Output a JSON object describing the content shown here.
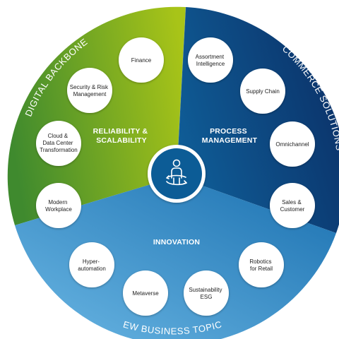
{
  "colors": {
    "green_outer": "#3f8a2e",
    "green_inner": "#a8c418",
    "navy_outer": "#0b2f66",
    "navy_inner": "#0f5d97",
    "light_blue": "#6bb7e4",
    "center_ring": "#ffffff",
    "center_fill": "#0c5c96"
  },
  "center": {
    "icon": "person-orbit-icon"
  },
  "ring_labels": {
    "left": "DIGITAL BACKBONE",
    "right": "COMMERCE SOLUTIONS",
    "bottom": "NEW BUSINESS TOPICS"
  },
  "sectors": {
    "left": {
      "lines": [
        "RELIABILITY &",
        "SCALABILITY"
      ]
    },
    "right": {
      "lines": [
        "PROCESS",
        "MANAGEMENT"
      ]
    },
    "bottom": {
      "lines": [
        "INNOVATION"
      ]
    }
  },
  "nodes": {
    "finance": {
      "lines": [
        "Finance"
      ]
    },
    "security": {
      "lines": [
        "Security & Risk",
        "Management"
      ]
    },
    "cloud": {
      "lines": [
        "Cloud &",
        "Data Center",
        "Transformation"
      ]
    },
    "workplace": {
      "lines": [
        "Modern",
        "Workplace"
      ]
    },
    "assortment": {
      "lines": [
        "Assortment",
        "Intelligence"
      ]
    },
    "supply": {
      "lines": [
        "Supply Chain"
      ]
    },
    "omnichannel": {
      "lines": [
        "Omnichannel"
      ]
    },
    "sales": {
      "lines": [
        "Sales &",
        "Customer"
      ]
    },
    "robotics": {
      "lines": [
        "Robotics",
        "for Retail"
      ]
    },
    "sustainability": {
      "lines": [
        "Sustainability",
        "ESG"
      ]
    },
    "metaverse": {
      "lines": [
        "Metaverse"
      ]
    },
    "hyperautomation": {
      "lines": [
        "Hyper-",
        "automation"
      ]
    }
  }
}
